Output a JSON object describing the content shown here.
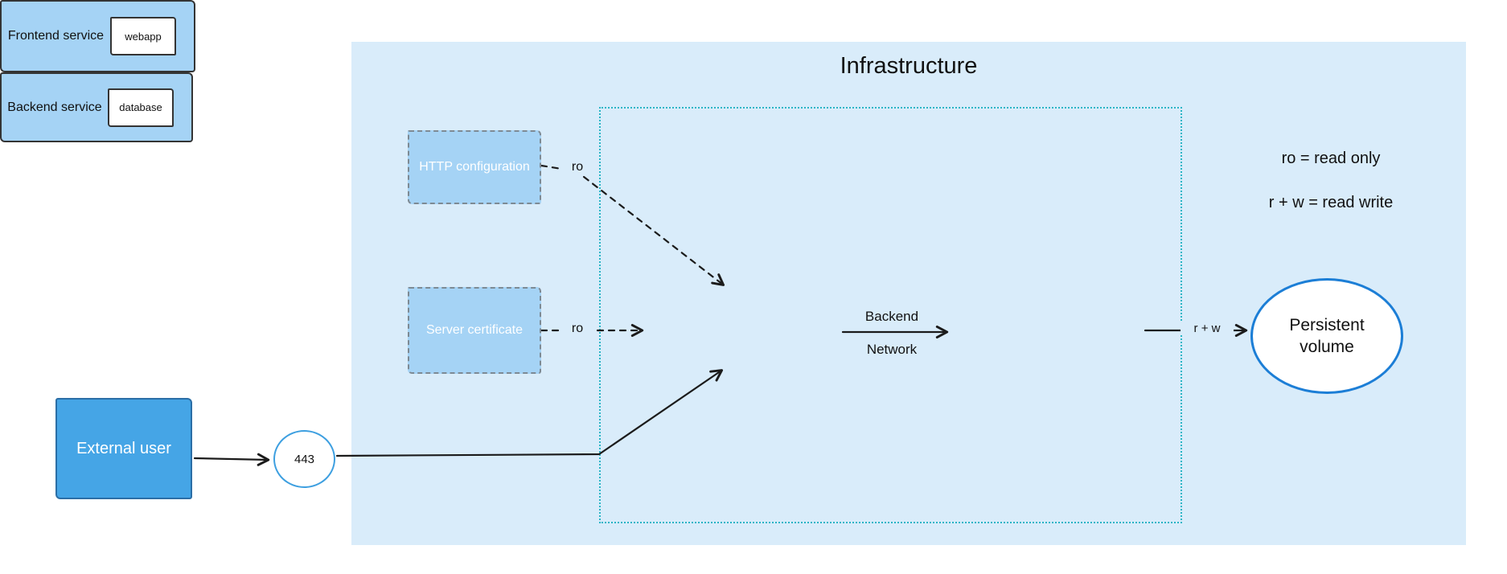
{
  "diagram": {
    "title": "Infrastructure",
    "legend": {
      "line1": "ro = read only",
      "line2": "r + w = read write"
    },
    "nodes": {
      "http_config": {
        "label": "HTTP configuration"
      },
      "server_cert": {
        "label": "Server certificate"
      },
      "frontend": {
        "label": "Frontend service",
        "inner": "webapp"
      },
      "backend": {
        "label": "Backend service",
        "inner": "database"
      },
      "persistent_volume": {
        "label": "Persistent volume"
      },
      "external_user": {
        "label": "External user"
      },
      "port": {
        "label": "443"
      }
    },
    "edges": {
      "http_to_frontend": {
        "label": "ro"
      },
      "cert_to_frontend": {
        "label": "ro"
      },
      "frontend_to_backend": {
        "label_top": "Backend",
        "label_bottom": "Network"
      },
      "backend_to_volume": {
        "label": "r + w"
      }
    },
    "colors": {
      "infra_bg": "#d9ecfa",
      "node_fill": "#a5d3f5",
      "node_border": "#343434",
      "external_user_fill": "#45a5e6",
      "boundary": "#2ab5c6",
      "ellipse_stroke": "#1c7ed6",
      "port_stroke": "#3d9fe0",
      "arrow": "#1b1b1b"
    }
  }
}
